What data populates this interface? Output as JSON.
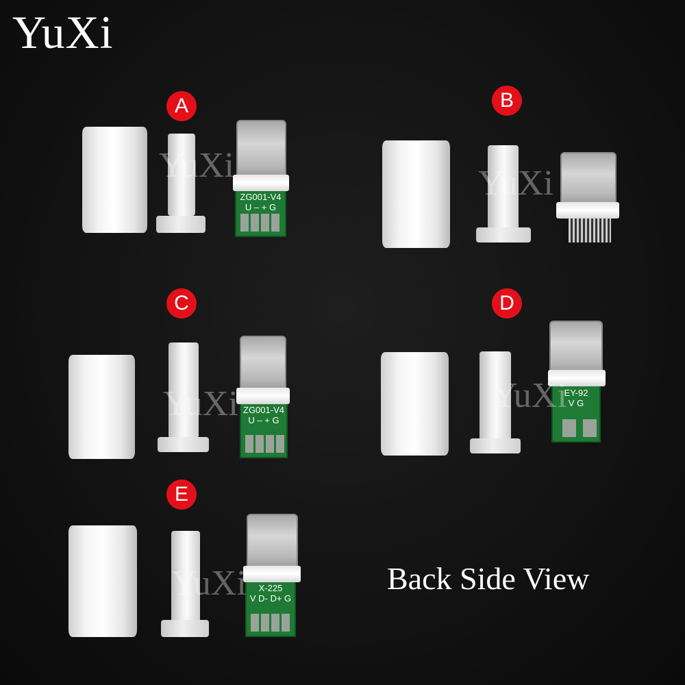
{
  "logo": "YuXi",
  "watermark": "YuXi",
  "caption": "Back Side View",
  "groups": [
    {
      "label": "A",
      "pcb_model": "ZG001-V4",
      "pcb_pins": "U – + G"
    },
    {
      "label": "B",
      "pcb_model": "",
      "pcb_pins": ""
    },
    {
      "label": "C",
      "pcb_model": "ZG001-V4",
      "pcb_pins": "U – + G"
    },
    {
      "label": "D",
      "pcb_model": "EY-92",
      "pcb_pins": "V      G"
    },
    {
      "label": "E",
      "pcb_model": "X-225",
      "pcb_pins": "V D- D+ G"
    }
  ],
  "colors": {
    "badge": "#e3101a",
    "pcb": "#1f7a35",
    "background": "#141414"
  }
}
